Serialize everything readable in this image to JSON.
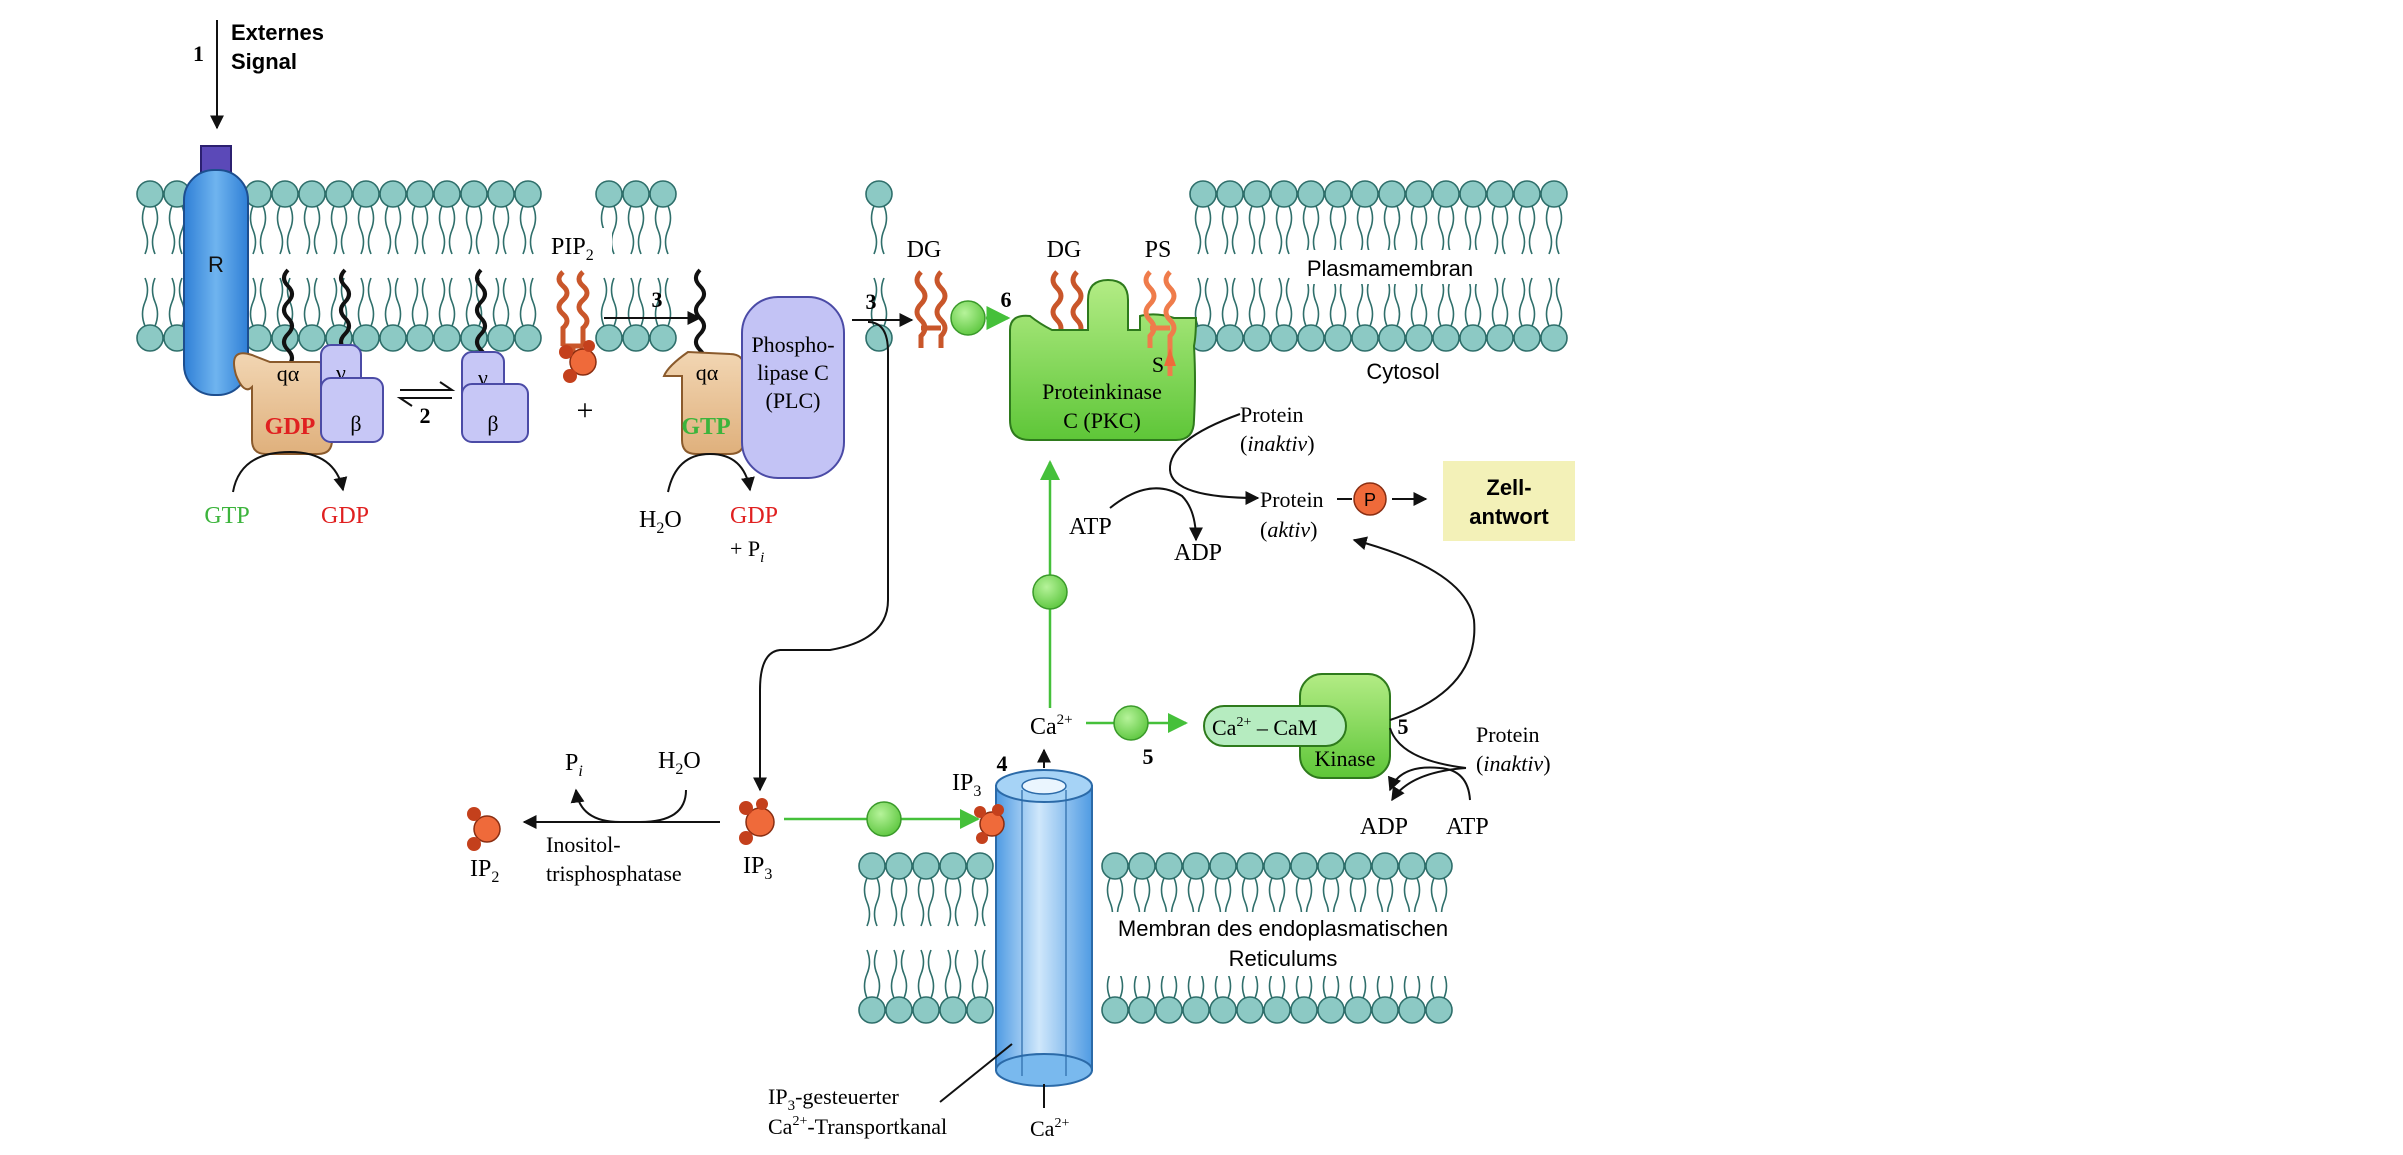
{
  "signal": {
    "num": "1",
    "line1": "Externes",
    "line2": "Signal"
  },
  "receptor": {
    "label": "R"
  },
  "gprotein_left": {
    "qa": "qα",
    "gamma": "γ",
    "beta": "β",
    "nucleotide": "GDP"
  },
  "gprotein_free": {
    "gamma": "γ",
    "beta": "β"
  },
  "exchange": {
    "num": "2",
    "gtp": "GTP",
    "gdp": "GDP"
  },
  "pip2": {
    "base": "PIP",
    "sub": "2"
  },
  "plus": "+",
  "step3a": "3",
  "step3b": "3",
  "gprotein_active": {
    "qa": "qα",
    "nucleotide": "GTP"
  },
  "plc": {
    "line1": "Phospho-",
    "line2": "lipase C",
    "line3": "(PLC)"
  },
  "hydrolysis": {
    "h2o": "H",
    "h2o_sub": "2",
    "h2o_end": "O",
    "gdp": "GDP",
    "pi": "+ P",
    "pi_sub": "i"
  },
  "dg1": "DG",
  "dg2": "DG",
  "ps": "PS",
  "step6": "6",
  "plasma_membrane": "Plasmamembran",
  "cytosol": "Cytosol",
  "pkc": {
    "s": "S",
    "line1": "Proteinkinase",
    "line2": "C (PKC)"
  },
  "protein_inactive_top": {
    "line1": "Protein",
    "line2": "inaktiv"
  },
  "atp_top": "ATP",
  "adp_top": "ADP",
  "protein_active": {
    "line1": "Protein",
    "line2": "aktiv"
  },
  "phospho": "P",
  "response": {
    "line1": "Zell-",
    "line2": "antwort"
  },
  "ca_top": "Ca",
  "ca_top_sup": "2+",
  "step5a": "5",
  "step5b": "5",
  "camk": {
    "line1": "Ca",
    "line1_sup": "2+",
    "line1_end": " – CaM",
    "line2": "Kinase"
  },
  "protein_inactive_bottom": {
    "line1": "Protein",
    "line2": "inaktiv"
  },
  "adp_bottom": "ADP",
  "atp_bottom": "ATP",
  "ip3_channel": {
    "base": "IP",
    "sub": "3"
  },
  "step4": "4",
  "pi_bottom": {
    "base": "P",
    "sub": "i"
  },
  "h2o_bottom": {
    "base": "H",
    "sub": "2",
    "end": "O"
  },
  "ip2": {
    "base": "IP",
    "sub": "2"
  },
  "phosphatase": {
    "line1": "Inositol-",
    "line2": "trisphosphatase"
  },
  "ip3_free": {
    "base": "IP",
    "sub": "3"
  },
  "er_membrane": {
    "line1": "Membran des endoplasmatischen",
    "line2": "Reticulums"
  },
  "channel_label": {
    "line1_base": "IP",
    "line1_sub": "3",
    "line1_end": "-gesteuerter",
    "line2_base": "Ca",
    "line2_sup": "2+",
    "line2_end": "-Transportkanal"
  },
  "ca_bottom": "Ca",
  "ca_bottom_sup": "2+",
  "colors": {
    "membrane": "#8cc9c4",
    "membrane_stroke": "#2f6f6b",
    "receptor": "#3d8ee0",
    "gprotein": "#e8c49a",
    "betagamma": "#c3c3f5",
    "pkc": "#8fdc5a",
    "calcium": "#7ed957",
    "lipid": "#c9562a",
    "phosphate": "#ef6a3a",
    "channel": "#6fb4ec",
    "gtp_text": "#3cb43c",
    "gdp_text": "#e02020",
    "response_box": "#f3f1b8"
  }
}
